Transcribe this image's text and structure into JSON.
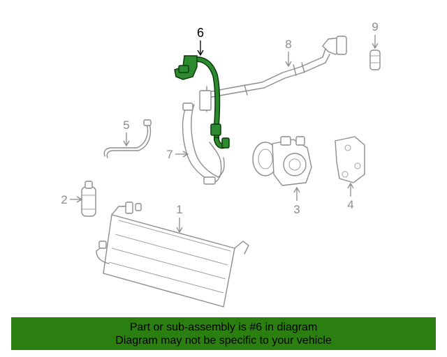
{
  "callouts": {
    "c1": "1",
    "c2": "2",
    "c3": "3",
    "c4": "4",
    "c5": "5",
    "c6": "6",
    "c7": "7",
    "c8": "8",
    "c9": "9"
  },
  "highlight_color": "#2e8a2e",
  "banner": {
    "line1": "Part or sub-assembly is #6 in diagram",
    "line2": "Diagram may not be specific to your vehicle",
    "color": "#2b7e10"
  }
}
